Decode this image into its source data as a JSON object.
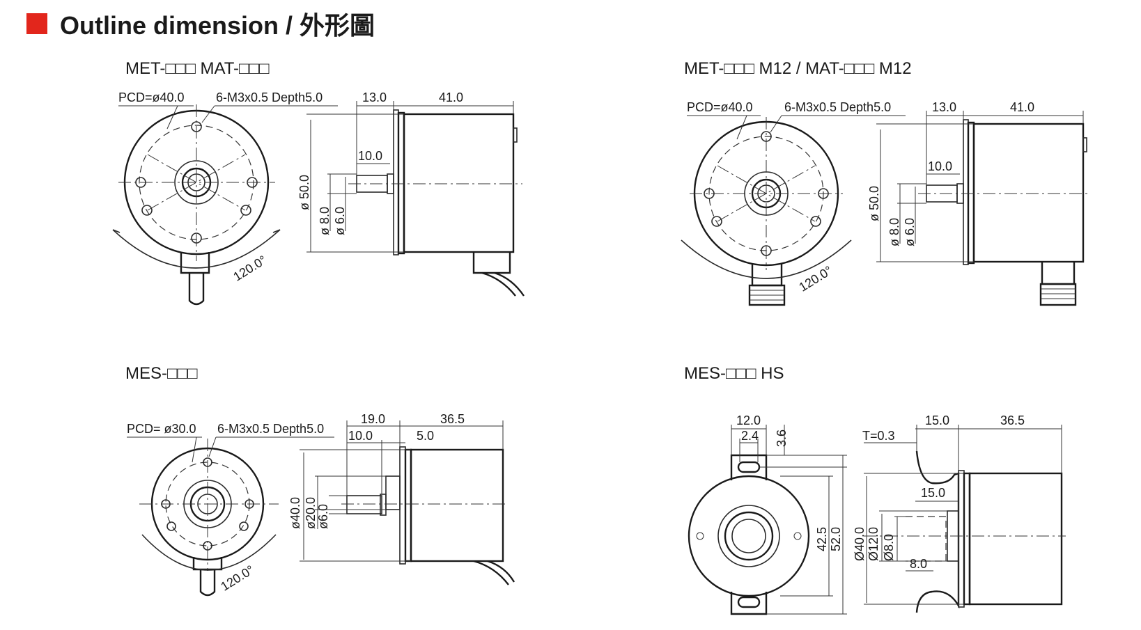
{
  "header": {
    "title": "Outline dimension / 外形圖",
    "accent_color": "#e2261c"
  },
  "drawings": {
    "met_mat": {
      "model": "MET-□□□   MAT-□□□",
      "pcd": "PCD=ø40.0",
      "holes": "6-M3x0.5 Depth5.0",
      "d_13": "13.0",
      "d_41": "41.0",
      "d_10": "10.0",
      "d_50": "ø 50.0",
      "d_8": "ø 8.0",
      "d_6": "ø 6.0",
      "angle": "120.0°"
    },
    "met_mat_m12": {
      "model": "MET-□□□ M12 / MAT-□□□ M12",
      "pcd": "PCD=ø40.0",
      "holes": "6-M3x0.5 Depth5.0",
      "d_13": "13.0",
      "d_41": "41.0",
      "d_10": "10.0",
      "d_50": "ø 50.0",
      "d_8": "ø 8.0",
      "d_6": "ø 6.0",
      "angle": "120.0°"
    },
    "mes": {
      "model": "MES-□□□",
      "pcd": "PCD= ø30.0",
      "holes": "6-M3x0.5 Depth5.0",
      "d_19": "19.0",
      "d_36_5": "36.5",
      "d_10": "10.0",
      "d_5": "5.0",
      "d_40": "ø40.0",
      "d_20": "ø20.0",
      "d_6": "ø6.0",
      "angle": "120.0°"
    },
    "mes_hs": {
      "model": "MES-□□□ HS",
      "d_12": "12.0",
      "d_2_4": "2.4",
      "d_3_6": "3.6",
      "d_42_5": "42.5",
      "d_52": "52.0",
      "t": "T=0.3",
      "d_15_top": "15.0",
      "d_36_5": "36.5",
      "d_15_inner": "15.0",
      "d_40": "Ø40.0",
      "d_12_dia": "Ø12.0",
      "d_8_dia": "Ø8.0",
      "d_8": "8.0"
    }
  }
}
